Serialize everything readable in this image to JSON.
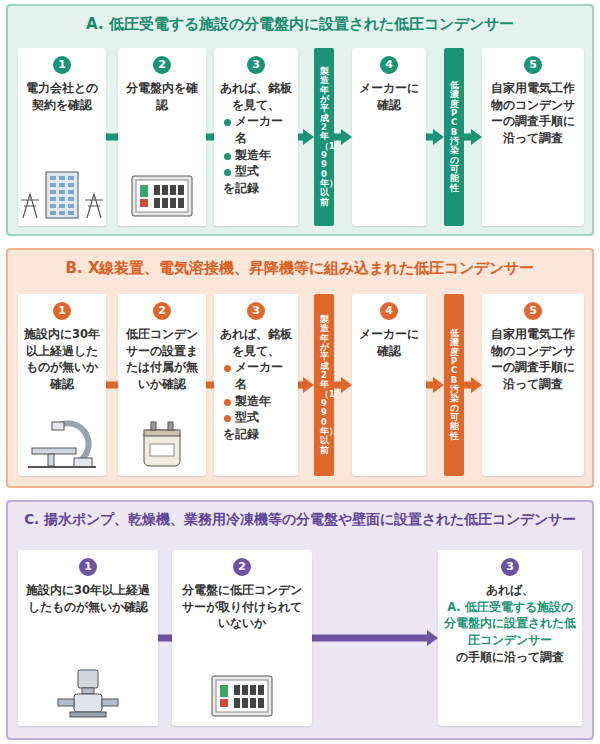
{
  "diagram": {
    "nodes": [
      {
        "text": [
          "A. 低圧受電する施設の分電盤内に設置された低圧コンデンサー"
        ]
      },
      {
        "text": [
          "1",
          "電力会社との契約を確認"
        ],
        "in": 0
      },
      {
        "text": [
          "2",
          "分電盤内を確認"
        ],
        "in": 0
      },
      {
        "text": [
          "3",
          "あれば、銘板を見て、",
          "メーカー名",
          "製造年",
          "型式",
          "を記録"
        ],
        "in": 0
      },
      {
        "text": [
          "製造年が平成2年（1990年）以前"
        ],
        "in": 0
      },
      {
        "text": [
          "4",
          "メーカーに確認"
        ],
        "in": 0
      },
      {
        "text": [
          "低濃度PCB汚染の可能性"
        ],
        "in": 0
      },
      {
        "text": [
          "5",
          "自家用電気工作物のコンデンサーの調査手順に沿って調査"
        ],
        "in": 0
      },
      {
        "text": [
          "B. X線装置、電気溶接機、昇降機等に組み込まれた低圧コンデンサー"
        ]
      },
      {
        "text": [
          "1",
          "施設内に30年以上経過したものが無いか確認"
        ],
        "in": 8
      },
      {
        "text": [
          "2",
          "低圧コンデンサーの設置または付属が無いか確認"
        ],
        "in": 8
      },
      {
        "text": [
          "3",
          "あれば、銘板を見て、",
          "メーカー名",
          "製造年",
          "型式",
          "を記録"
        ],
        "in": 8
      },
      {
        "text": [
          "製造年が平成2年（1990年）以前"
        ],
        "in": 8
      },
      {
        "text": [
          "4",
          "メーカーに確認"
        ],
        "in": 8
      },
      {
        "text": [
          "低濃度PCB汚染の可能性"
        ],
        "in": 8
      },
      {
        "text": [
          "5",
          "自家用電気工作物のコンデンサーの調査手順に沿って調査"
        ],
        "in": 8
      },
      {
        "text": [
          "C. 揚水ポンプ、乾燥機、業務用冷凍機等の分電盤や壁面に設置された低圧コンデンサー"
        ]
      },
      {
        "text": [
          "1",
          "施設内に30年以上経過したものが無いか確認"
        ],
        "in": 16
      },
      {
        "text": [
          "2",
          "分電盤に低圧コンデンサーが取り付けられていないか"
        ],
        "in": 16
      },
      {
        "text": [
          "3",
          "あれば、",
          "A. 低圧受電する施設の分電盤内に設置された低圧コンデンサー",
          "の手順に沿って調査"
        ],
        "in": 16
      }
    ],
    "edges": [
      {
        "from": 1,
        "to": 2,
        "arrow": "none"
      },
      {
        "from": 2,
        "to": 3,
        "arrow": "none"
      },
      {
        "from": 3,
        "to": 4,
        "arrow": "to"
      },
      {
        "from": 4,
        "to": 5,
        "arrow": "to"
      },
      {
        "from": 5,
        "to": 6,
        "arrow": "to"
      },
      {
        "from": 6,
        "to": 7,
        "arrow": "to"
      },
      {
        "from": 9,
        "to": 10,
        "arrow": "none"
      },
      {
        "from": 10,
        "to": 11,
        "arrow": "none"
      },
      {
        "from": 11,
        "to": 12,
        "arrow": "to"
      },
      {
        "from": 12,
        "to": 13,
        "arrow": "to"
      },
      {
        "from": 13,
        "to": 14,
        "arrow": "to"
      },
      {
        "from": 14,
        "to": 15,
        "arrow": "to"
      },
      {
        "from": 17,
        "to": 18,
        "arrow": "none"
      },
      {
        "from": 18,
        "to": 19,
        "arrow": "to"
      }
    ]
  }
}
